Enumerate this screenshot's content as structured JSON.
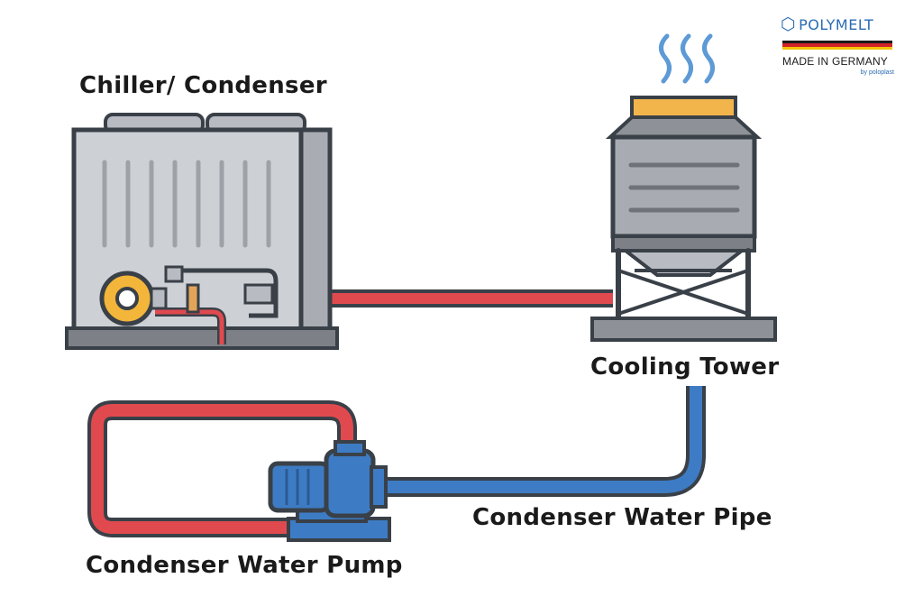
{
  "labels": {
    "chiller": "Chiller/ Condenser",
    "cooling_tower": "Cooling Tower",
    "pipe": "Condenser Water Pipe",
    "pump": "Condenser Water Pump"
  },
  "logo": {
    "brand": "POLYMELT",
    "made_in": "MADE IN GERMANY",
    "by": "by poloplast",
    "icon": "hexagon-ring-icon"
  },
  "colors": {
    "hot_pipe": "#e04a4f",
    "cold_pipe": "#3d7cc4",
    "outline": "#3a4048",
    "chiller_body": "#c9ccd1",
    "tower_body": "#a8acb2",
    "tower_top": "#f2b54b",
    "pump_blue": "#3d7cc4",
    "fan_yellow": "#f3b63a",
    "steam": "#5d9ad6",
    "flag_black": "#1a1a1a",
    "flag_red": "#d0232a",
    "flag_gold": "#f3c300"
  }
}
